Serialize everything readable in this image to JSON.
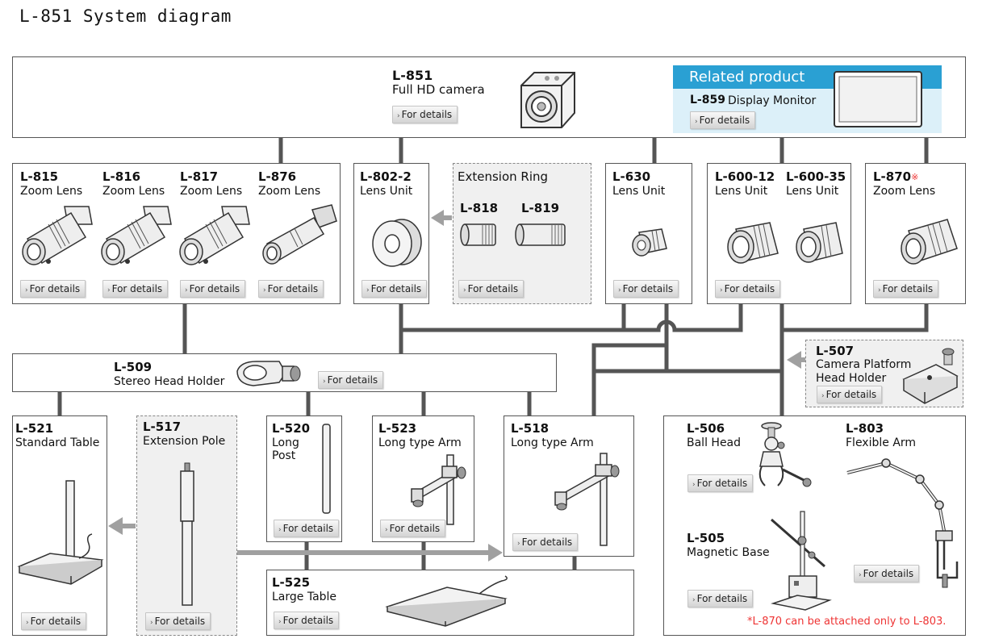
{
  "page": {
    "title": "L-851 System diagram"
  },
  "ui": {
    "details_label": "For details"
  },
  "camera": {
    "code": "L-851",
    "name": "Full HD camera"
  },
  "related": {
    "header": "Related product",
    "code": "L-859",
    "name": "Display Monitor"
  },
  "lenses": {
    "l815": {
      "code": "L-815",
      "name": "Zoom Lens"
    },
    "l816": {
      "code": "L-816",
      "name": "Zoom Lens"
    },
    "l817": {
      "code": "L-817",
      "name": "Zoom Lens"
    },
    "l876": {
      "code": "L-876",
      "name": "Zoom Lens"
    },
    "l802": {
      "code": "L-802-2",
      "name": "Lens Unit"
    },
    "l630": {
      "code": "L-630",
      "name": "Lens Unit"
    },
    "l60012": {
      "code": "L-600-12",
      "name": "Lens Unit"
    },
    "l60035": {
      "code": "L-600-35",
      "name": "Lens Unit"
    },
    "l870": {
      "code": "L-870",
      "asterisk": "※",
      "name": "Zoom Lens"
    }
  },
  "extension_ring": {
    "title": "Extension Ring",
    "a": "L-818",
    "b": "L-819"
  },
  "holders": {
    "l509": {
      "code": "L-509",
      "name": "Stereo Head Holder"
    },
    "l507": {
      "code": "L-507",
      "name1": "Camera Platform",
      "name2": "Head Holder"
    }
  },
  "stands": {
    "l521": {
      "code": "L-521",
      "name": "Standard Table"
    },
    "l517": {
      "code": "L-517",
      "name": "Extension Pole"
    },
    "l520": {
      "code": "L-520",
      "name1": "Long",
      "name2": "Post"
    },
    "l523": {
      "code": "L-523",
      "name": "Long type Arm"
    },
    "l518": {
      "code": "L-518",
      "name": "Long type Arm"
    },
    "l525": {
      "code": "L-525",
      "name": "Large Table"
    }
  },
  "mounts": {
    "l506": {
      "code": "L-506",
      "name": "Ball Head"
    },
    "l803": {
      "code": "L-803",
      "name": "Flexible Arm"
    },
    "l505": {
      "code": "L-505",
      "name": "Magnetic Base"
    },
    "note": "*L-870 can be attached only to L-803."
  },
  "colors": {
    "connector": "#555555",
    "arrow": "#a0a0a0",
    "accent": "#2aa0d3",
    "note": "#ee3333"
  }
}
